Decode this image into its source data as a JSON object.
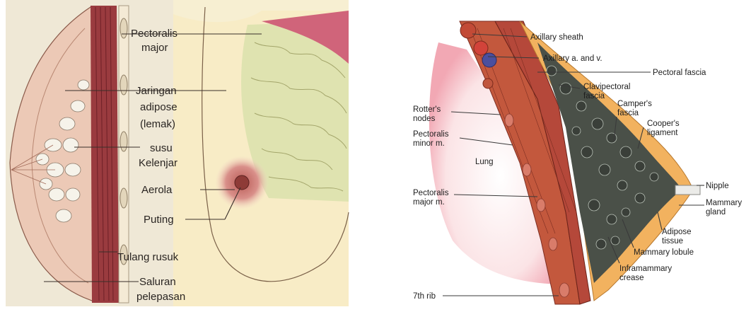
{
  "left_panel": {
    "labels": [
      {
        "key": "pectoralis_major",
        "lines": [
          "Pectoralis",
          "major"
        ]
      },
      {
        "key": "jaringan_adipose",
        "lines": [
          "Jaringan",
          "adipose",
          "(lemak)"
        ]
      },
      {
        "key": "kelenjar_susu",
        "lines": [
          "susu",
          "Kelenjar"
        ]
      },
      {
        "key": "aerola",
        "lines": [
          "Aerola"
        ]
      },
      {
        "key": "puting",
        "lines": [
          "Puting"
        ]
      },
      {
        "key": "tulang_rusuk",
        "lines": [
          "Tulang rusuk"
        ]
      },
      {
        "key": "saluran_pelepasan",
        "lines": [
          "Saluran",
          "pelepasan"
        ]
      }
    ]
  },
  "right_panel": {
    "labels": [
      {
        "key": "axillary_sheath",
        "lines": [
          "Axillary sheath"
        ]
      },
      {
        "key": "axillary_av",
        "lines": [
          "Axillary a. and v."
        ]
      },
      {
        "key": "pectoral_fascia",
        "lines": [
          "Pectoral fascia"
        ]
      },
      {
        "key": "clavipectoral_fascia",
        "lines": [
          "Clavipectoral",
          "fascia"
        ]
      },
      {
        "key": "campers_fascia",
        "lines": [
          "Camper's",
          "fascia"
        ]
      },
      {
        "key": "rotters_nodes",
        "lines": [
          "Rotter's",
          "nodes"
        ]
      },
      {
        "key": "coopers_ligament",
        "lines": [
          "Cooper's",
          "ligament"
        ]
      },
      {
        "key": "pectoralis_minor",
        "lines": [
          "Pectoralis",
          "minor m."
        ]
      },
      {
        "key": "lung",
        "lines": [
          "Lung"
        ]
      },
      {
        "key": "nipple",
        "lines": [
          "Nipple"
        ]
      },
      {
        "key": "pectoralis_major_m",
        "lines": [
          "Pectoralis",
          "major m."
        ]
      },
      {
        "key": "mammary_gland",
        "lines": [
          "Mammary",
          "gland"
        ]
      },
      {
        "key": "adipose_tissue",
        "lines": [
          "Adipose",
          "tissue"
        ]
      },
      {
        "key": "mammary_lobule",
        "lines": [
          "Mammary lobule"
        ]
      },
      {
        "key": "inframammary_crease",
        "lines": [
          "Inframammary",
          "crease"
        ]
      },
      {
        "key": "seventh_rib",
        "lines": [
          "7th rib"
        ]
      }
    ]
  }
}
